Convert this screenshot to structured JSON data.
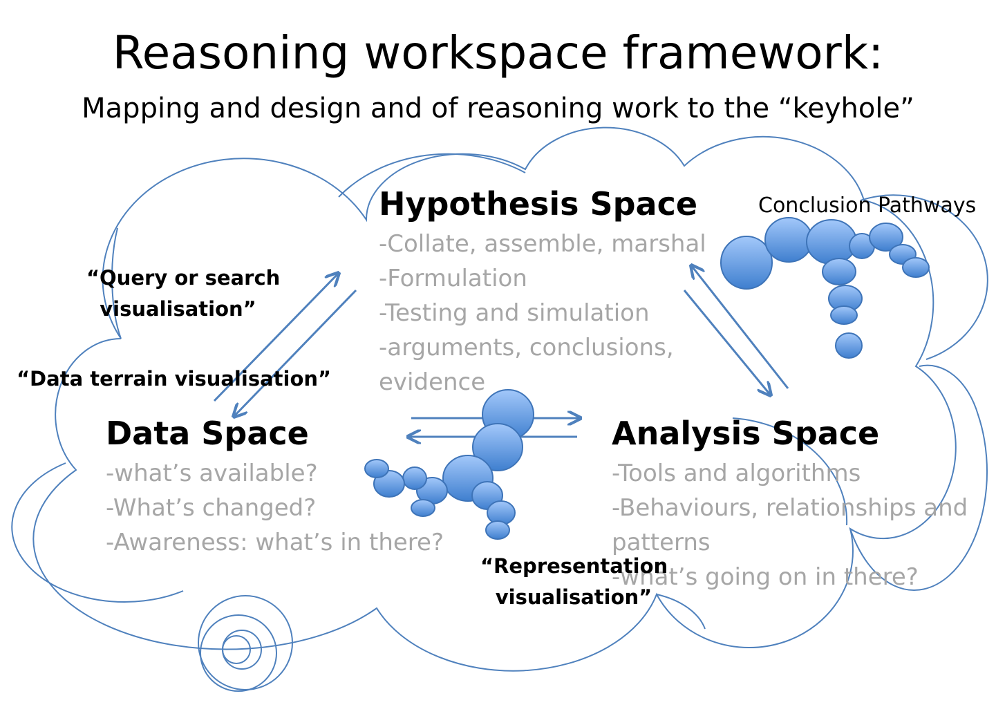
{
  "title": "Reasoning workspace framework:",
  "subtitle": "Mapping and design and of reasoning work to the “keyhole”",
  "hypothesis": {
    "heading": "Hypothesis Space",
    "items": [
      "-Collate, assemble, marshal",
      "-Formulation",
      "-Testing and simulation",
      "-arguments, conclusions,",
      "evidence"
    ]
  },
  "data_space": {
    "heading": "Data Space",
    "items": [
      "-what’s available?",
      "-What’s changed?",
      "-Awareness: what’s in there?"
    ]
  },
  "analysis": {
    "heading": "Analysis Space",
    "items": [
      "-Tools and algorithms",
      "-Behaviours, relationships and",
      "patterns",
      "-what’s going on in there?"
    ]
  },
  "labels": {
    "query": [
      "“Query or search",
      "visualisation”"
    ],
    "terrain": "“Data terrain visualisation”",
    "representation": [
      "“Representation",
      "visualisation”"
    ],
    "conclusion": "Conclusion Pathways"
  },
  "colors": {
    "outline": "#4f81bd",
    "bubble_light": "#9dc3f7",
    "bubble_dark": "#4a86d0",
    "muted_text": "#a6a6a6"
  }
}
